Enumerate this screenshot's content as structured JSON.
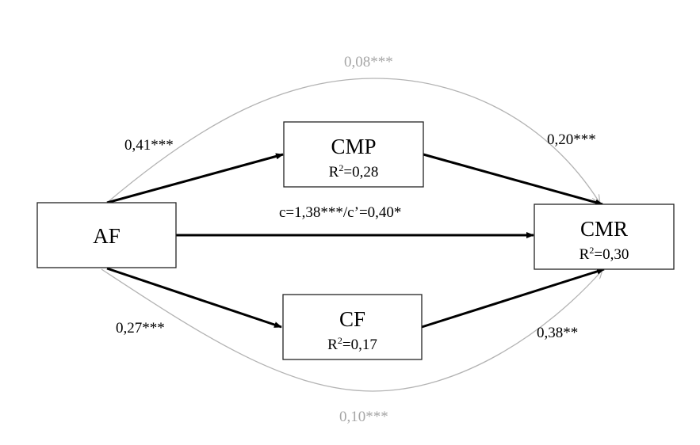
{
  "diagram": {
    "type": "mediation-path-model",
    "nodes": {
      "af": {
        "id": "AF",
        "label": "AF",
        "r2_prefix": "",
        "r2_sup": "",
        "r2_value": ""
      },
      "cmp": {
        "id": "CMP",
        "label": "CMP",
        "r2_prefix": "R",
        "r2_sup": "2",
        "r2_value": "=0,28"
      },
      "cf": {
        "id": "CF",
        "label": "CF",
        "r2_prefix": "R",
        "r2_sup": "2",
        "r2_value": "=0,17"
      },
      "cmr": {
        "id": "CMR",
        "label": "CMR",
        "r2_prefix": "R",
        "r2_sup": "2",
        "r2_value": "=0,30"
      }
    },
    "edges": {
      "af_cmp": {
        "from": "AF",
        "to": "CMP",
        "label": "0,41***",
        "style": "direct"
      },
      "cmp_cmr": {
        "from": "CMP",
        "to": "CMR",
        "label": "0,20***",
        "style": "direct"
      },
      "af_cf": {
        "from": "AF",
        "to": "CF",
        "label": "0,27***",
        "style": "direct"
      },
      "cf_cmr": {
        "from": "CF",
        "to": "CMR",
        "label": "0,38**",
        "style": "direct"
      },
      "af_cmr": {
        "from": "AF",
        "to": "CMR",
        "label": "c=1,38***/c’=0,40*",
        "style": "direct"
      },
      "indirect_cmp": {
        "from": "AF",
        "to": "CMR",
        "via": "CMP",
        "label": "0,08***",
        "style": "indirect"
      },
      "indirect_cf": {
        "from": "AF",
        "to": "CMR",
        "via": "CF",
        "label": "0,10***",
        "style": "indirect"
      }
    },
    "colors": {
      "direct": "#000000",
      "indirect": "#b3b3b3",
      "indirect_label": "#a6a6a6",
      "box_border": "#222222"
    }
  }
}
